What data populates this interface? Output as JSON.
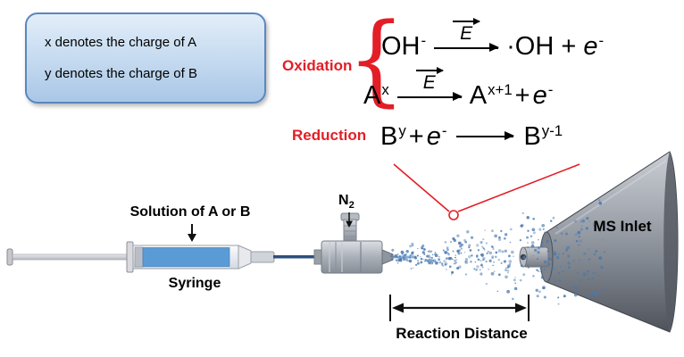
{
  "callout": {
    "line1": "x denotes the charge of A",
    "line2": "y denotes the charge of B"
  },
  "equations": {
    "oxidation_label": "Oxidation",
    "reduction_label": "Reduction",
    "brace": "{",
    "field_symbol": "E",
    "eq1": {
      "lhs_base": "OH",
      "lhs_sup": "-",
      "rhs_pre": "·OH + ",
      "rhs_e": "e",
      "rhs_e_sup": "-"
    },
    "eq2": {
      "lhs_base": "A",
      "lhs_sup": "x",
      "rhs_base": "A",
      "rhs_sup": "x+1",
      "plus": "+",
      "rhs_e": "e",
      "rhs_e_sup": "-"
    },
    "eq3": {
      "lhs_base": "B",
      "lhs_sup": "y",
      "plus": "+",
      "lhs_e": "e",
      "lhs_e_sup": "-",
      "rhs_base": "B",
      "rhs_sup": "y-1"
    }
  },
  "diagram": {
    "solution_label": "Solution of A or B",
    "syringe_label": "Syringe",
    "nitrogen_base": "N",
    "nitrogen_sub": "2",
    "ms_inlet_label": "MS Inlet",
    "reaction_distance_label": "Reaction Distance"
  },
  "colors": {
    "accent_red": "#e31e26",
    "callout_border": "#5a87c0",
    "liquid_blue": "#5b9bd5",
    "spray_blue": "#4878b0"
  }
}
